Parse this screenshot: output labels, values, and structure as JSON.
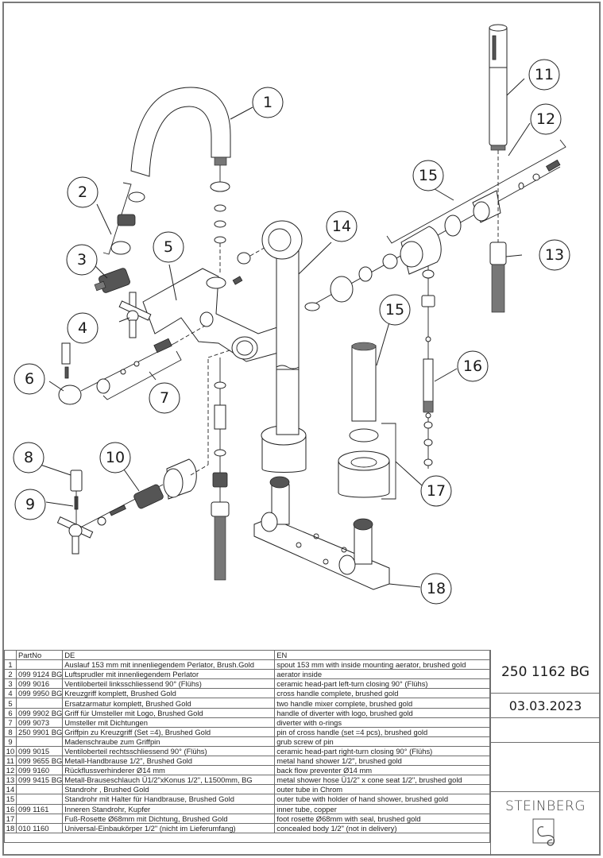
{
  "document": {
    "article_number": "250 1162 BG",
    "date": "03.03.2023",
    "brand": "STEINBERG",
    "logo_icon": "steinberg-wave-logo"
  },
  "diagram": {
    "type": "exploded-view",
    "balloons": [
      "1",
      "2",
      "3",
      "4",
      "5",
      "6",
      "7",
      "8",
      "9",
      "10",
      "11",
      "12",
      "13",
      "14",
      "15",
      "15",
      "16",
      "17",
      "18"
    ]
  },
  "table": {
    "headers": {
      "num": "",
      "part_no": "PartNo",
      "de": "DE",
      "en": "EN"
    },
    "rows": [
      {
        "num": "1",
        "part_no": "",
        "de": "Auslauf 153 mm mit innenliegendem Perlator, Brush.Gold",
        "en": "spout 153 mm with inside mounting aerator, brushed gold"
      },
      {
        "num": "2",
        "part_no": "099 9124 BG",
        "de": "Luftsprudler mit innenliegendem Perlator",
        "en": "aerator inside"
      },
      {
        "num": "3",
        "part_no": "099 9016",
        "de": "Ventiloberteil linksschliessend 90° (Flühs)",
        "en": "ceramic head-part left-turn closing 90° (Flühs)"
      },
      {
        "num": "4",
        "part_no": "099 9950 BG",
        "de": "Kreuzgriff komplett, Brushed Gold",
        "en": "cross handle complete, brushed gold"
      },
      {
        "num": "5",
        "part_no": "",
        "de": "Ersatzarmatur komplett, Brushed Gold",
        "en": "two handle mixer complete, brushed gold"
      },
      {
        "num": "6",
        "part_no": "099 9902 BG",
        "de": "Griff für Umsteller mit Logo, Brushed Gold",
        "en": "handle of diverter with logo, brushed gold"
      },
      {
        "num": "7",
        "part_no": "099 9073",
        "de": "Umsteller mit Dichtungen",
        "en": "diverter with o-rings"
      },
      {
        "num": "8",
        "part_no": "250 9901 BG",
        "de": "Griffpin zu Kreuzgriff (Set =4), Brushed Gold",
        "en": "pin of cross handle (set =4 pcs), brushed gold"
      },
      {
        "num": "9",
        "part_no": "",
        "de": "Madenschraube zum Griffpin",
        "en": "grub screw of pin"
      },
      {
        "num": "10",
        "part_no": "099 9015",
        "de": "Ventiloberteil rechtsschliessend 90° (Flühs)",
        "en": "ceramic head-part right-turn closing 90° (Flühs)"
      },
      {
        "num": "11",
        "part_no": "099 9655 BG",
        "de": "Metall-Handbrause 1/2\", Brushed Gold",
        "en": "metal hand shower 1/2\", brushed gold"
      },
      {
        "num": "12",
        "part_no": "099 9160",
        "de": "Rückflussverhinderer Ø14 mm",
        "en": "back flow preventer Ø14 mm"
      },
      {
        "num": "13",
        "part_no": "099 9415 BG",
        "de": "Metall-Brauseschlauch Ü1/2\"xKonus 1/2\", L1500mm, BG",
        "en": "metal shower hose Ü1/2\" x cone seat 1/2\", brushed gold"
      },
      {
        "num": "14",
        "part_no": "",
        "de": "Standrohr , Brushed Gold",
        "en": "outer tube in Chrom"
      },
      {
        "num": "15",
        "part_no": "",
        "de": "Standrohr mit Halter für Handbrause, Brushed Gold",
        "en": "outer tube with holder of hand shower, brushed gold"
      },
      {
        "num": "16",
        "part_no": "099 1161",
        "de": "Inneren Standrohr, Kupfer",
        "en": "inner tube, copper"
      },
      {
        "num": "17",
        "part_no": "",
        "de": "Fuß-Rosette Ø68mm mit Dichtung, Brushed Gold",
        "en": "foot rosette Ø68mm with seal, brushed gold"
      },
      {
        "num": "18",
        "part_no": "010 1160",
        "de": "Universal-Einbaukörper 1/2\" (nicht im Lieferumfang)",
        "en": "concealed body 1/2\" (not in delivery)"
      }
    ]
  }
}
